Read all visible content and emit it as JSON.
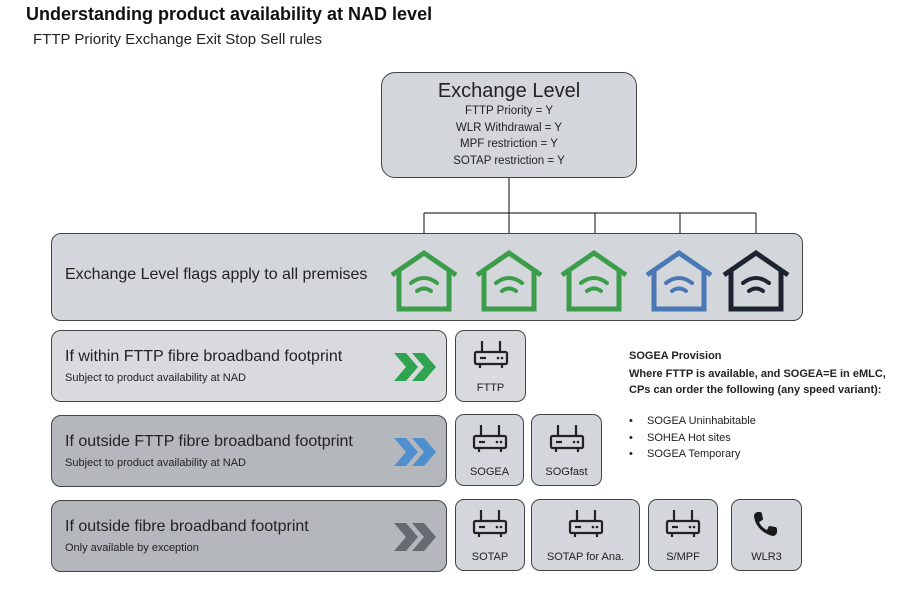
{
  "header": {
    "title": "Understanding product availability at NAD level",
    "subtitle": "FTTP Priority Exchange Exit Stop Sell rules"
  },
  "exchange": {
    "heading": "Exchange Level",
    "flags": [
      "FTTP Priority = Y",
      "WLR Withdrawal = Y",
      "MPF restriction = Y",
      "SOTAP restriction = Y"
    ]
  },
  "premises_panel": {
    "label": "Exchange Level flags apply to all premises",
    "house_icons": [
      {
        "name": "house-wifi-icon",
        "color": "#3b9c4a"
      },
      {
        "name": "house-wifi-icon",
        "color": "#3b9c4a"
      },
      {
        "name": "house-wifi-icon",
        "color": "#3b9c4a"
      },
      {
        "name": "house-wifi-icon",
        "color": "#4a78b5"
      },
      {
        "name": "house-wifi-icon",
        "color": "#1c2431"
      }
    ]
  },
  "rows": [
    {
      "title": "If within FTTP fibre broadband footprint",
      "subtitle": "Subject to product availability at NAD",
      "chevron_color": "#2ea44f",
      "products": [
        "FTTP"
      ]
    },
    {
      "title": "If outside FTTP fibre broadband footprint",
      "subtitle": "Subject to product availability at NAD",
      "chevron_color": "#4f8fce",
      "products": [
        "SOGEA",
        "SOGfast"
      ]
    },
    {
      "title": "If outside fibre broadband  footprint",
      "subtitle": "Only available by exception",
      "chevron_color": "#666b72",
      "products": [
        "SOTAP",
        "SOTAP for Ana.",
        "S/MPF",
        "WLR3"
      ]
    }
  ],
  "note": {
    "title": "SOGEA Provision",
    "body_lines": [
      "Where FTTP is available, and SOGEA=E in eMLC,",
      "CPs can order the following (any speed variant):"
    ],
    "items": [
      "SOGEA Uninhabitable",
      "SOHEA Hot sites",
      "SOGEA Temporary"
    ]
  }
}
